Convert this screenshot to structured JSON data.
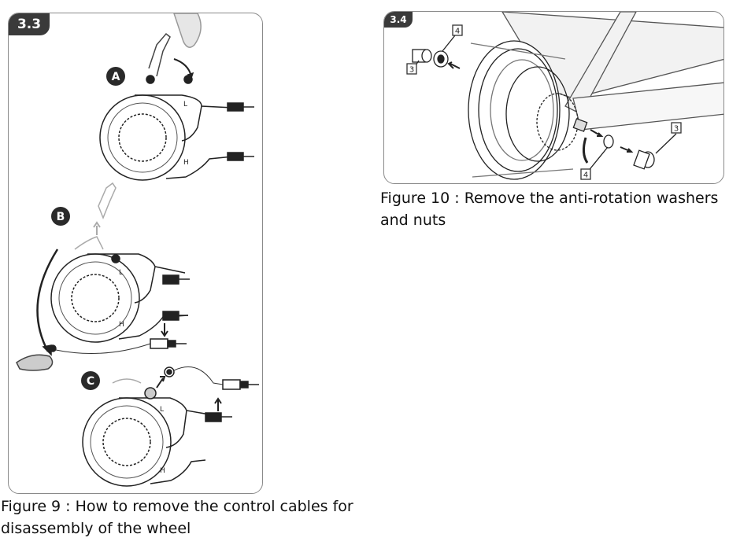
{
  "figure_left": {
    "badge": "3.3",
    "steps": [
      "A",
      "B",
      "C"
    ],
    "dial_labels": [
      "L",
      "H"
    ],
    "caption": "Figure 9 : How to remove the control cables for disassembly of the wheel"
  },
  "figure_right": {
    "badge": "3.4",
    "part_numbers": [
      "4",
      "3",
      "3",
      "4"
    ],
    "caption": "Figure 10 : Remove the anti-rotation washers and nuts"
  }
}
